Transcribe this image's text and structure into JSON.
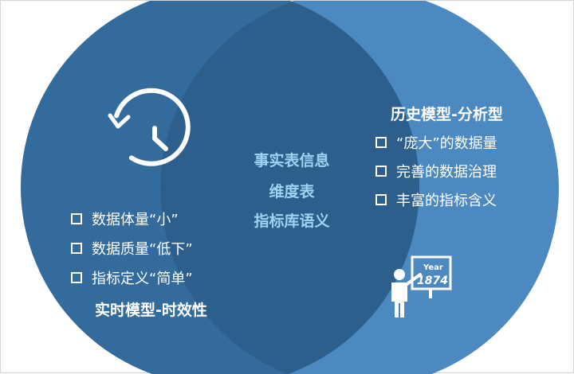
{
  "left": {
    "items": [
      "数据体量“小”",
      "数据质量“低下”",
      "指标定义“简单”"
    ],
    "title": "实时模型-时效性",
    "icon": "history-clock-icon"
  },
  "right": {
    "title": "历史模型-分析型",
    "items": [
      "“庞大”的数据量",
      "完善的数据治理",
      "丰富的指标含义"
    ],
    "icon": "presenter-board-icon",
    "board_text": {
      "line1": "Year",
      "line2": "1874"
    }
  },
  "center": {
    "lines": [
      "事实表信息",
      "维度表",
      "指标库语义"
    ]
  },
  "colors": {
    "left_circle": "#336c9c",
    "right_circle": "#4c89c1",
    "overlap": "#2d5f8c",
    "center_text": "#9fd2f2",
    "text": "#ffffff"
  }
}
